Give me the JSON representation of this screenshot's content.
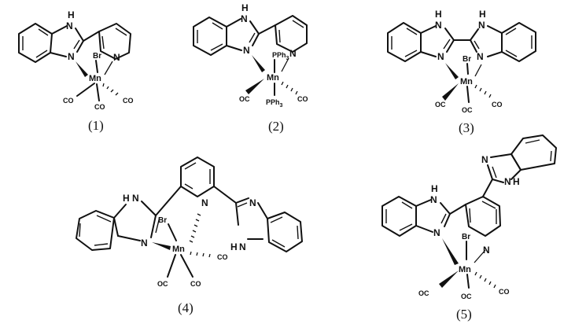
{
  "atoms": {
    "nh": "H",
    "n_h": "N",
    "n": "N",
    "mn": "Mn",
    "br": "Br",
    "co": "CO",
    "oc": "OC",
    "pph3": "PPh",
    "sub3": "3"
  },
  "captions": [
    "(1)",
    "(2)",
    "(3)",
    "(4)",
    "(5)"
  ]
}
